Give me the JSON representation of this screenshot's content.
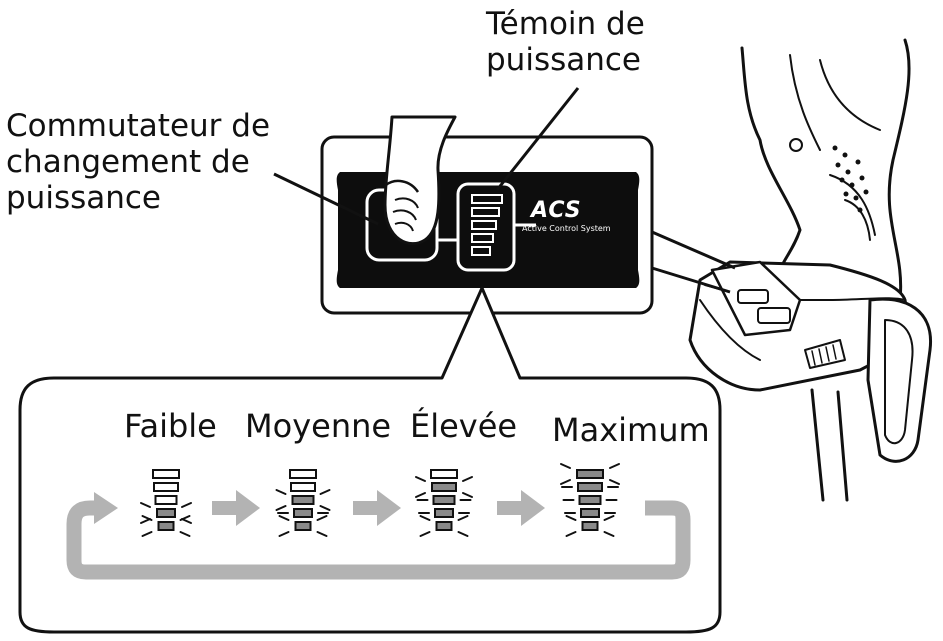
{
  "labels": {
    "power_indicator_line1": "Témoin de",
    "power_indicator_line2": "puissance",
    "power_switch_line1": "Commutateur de",
    "power_switch_line2": "changement de",
    "power_switch_line3": "puissance"
  },
  "panel": {
    "logo": "ACS",
    "logo_subtitle": "Active Control System"
  },
  "levels": [
    {
      "name": "Faible",
      "lit_segments": 2
    },
    {
      "name": "Moyenne",
      "lit_segments": 3
    },
    {
      "name": "Élevée",
      "lit_segments": 4
    },
    {
      "name": "Maximum",
      "lit_segments": 5
    }
  ],
  "colors": {
    "line": "#111111",
    "panel": "#0d0d0d",
    "lit_segment": "#8a8a8a",
    "arrow": "#b3b3b3"
  },
  "icons": [
    "finger-press-icon",
    "cycle-arrow-icon",
    "drill-tool-icon"
  ]
}
